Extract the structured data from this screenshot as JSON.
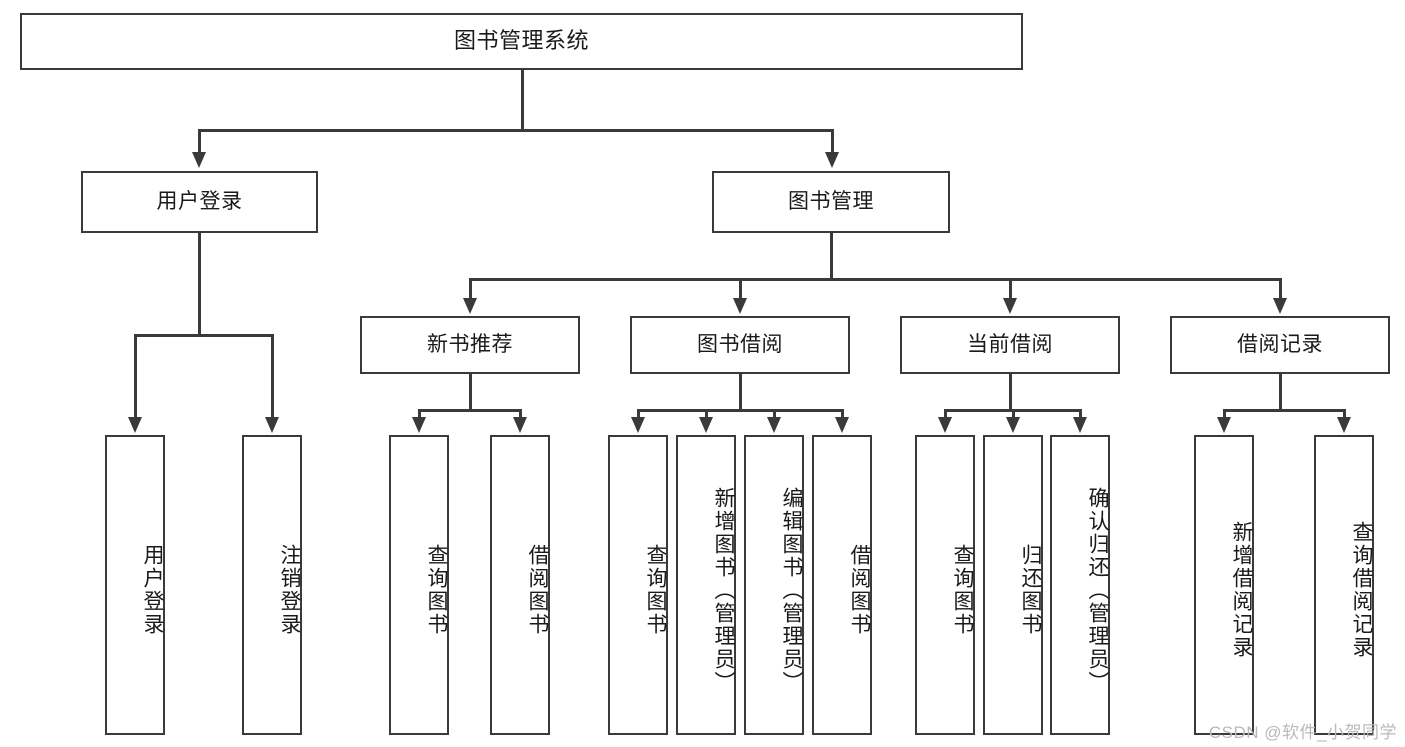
{
  "diagram": {
    "title": "图书管理系统",
    "type": "tree-hierarchy-diagram",
    "root": {
      "label": "图书管理系统"
    },
    "level2": [
      {
        "label": "用户登录"
      },
      {
        "label": "图书管理"
      }
    ],
    "level3": [
      {
        "label": "新书推荐"
      },
      {
        "label": "图书借阅"
      },
      {
        "label": "当前借阅"
      },
      {
        "label": "借阅记录"
      }
    ],
    "leaves": {
      "user_login": [
        {
          "label": "用户登录"
        },
        {
          "label": "注销登录"
        }
      ],
      "new_book_recommend": [
        {
          "label": "查询图书"
        },
        {
          "label": "借阅图书"
        }
      ],
      "book_borrow": [
        {
          "label": "查询图书"
        },
        {
          "label": "新增图书（管理员）"
        },
        {
          "label": "编辑图书（管理员）"
        },
        {
          "label": "借阅图书"
        }
      ],
      "current_borrow": [
        {
          "label": "查询图书"
        },
        {
          "label": "归还图书"
        },
        {
          "label": "确认归还（管理员）"
        }
      ],
      "borrow_record": [
        {
          "label": "新增借阅记录"
        },
        {
          "label": "查询借阅记录"
        }
      ]
    }
  },
  "watermark": {
    "text": "CSDN @软件_小贺同学"
  },
  "colors": {
    "stroke": "#3a3a3a",
    "text": "#1a1a1a",
    "background": "#ffffff",
    "watermark": "#b9b9b9"
  }
}
